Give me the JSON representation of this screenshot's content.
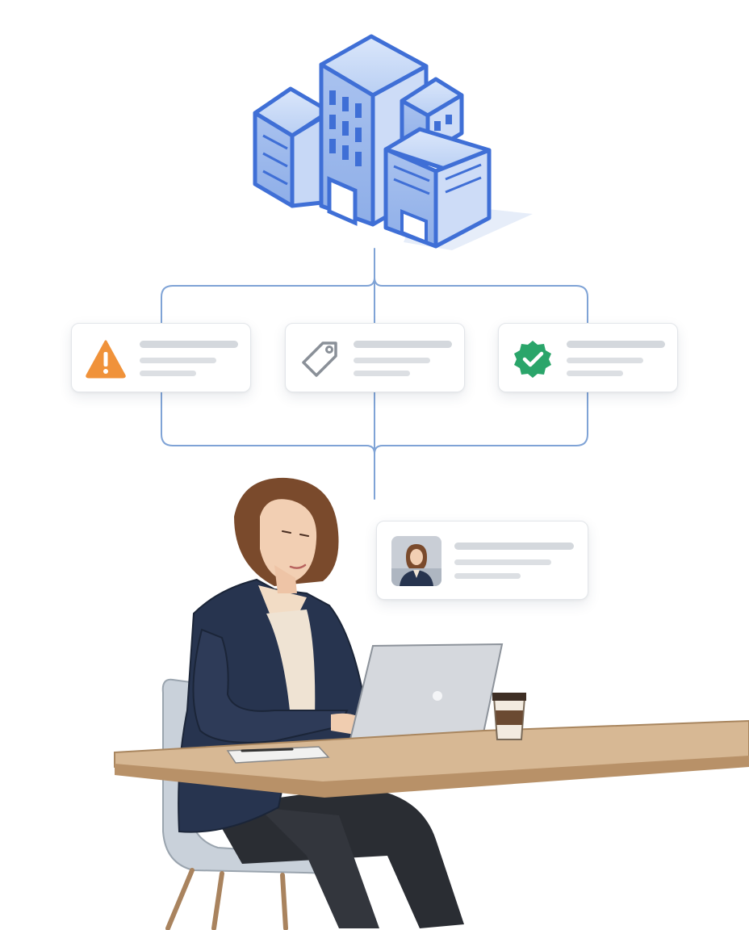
{
  "diagram": {
    "nodes": [
      {
        "id": "organization",
        "icon": "office-building-icon"
      },
      {
        "id": "alert-item",
        "icon": "warning-triangle-icon",
        "accent": "#f0923a"
      },
      {
        "id": "tag-item",
        "icon": "price-tag-icon",
        "accent": "#8a9098"
      },
      {
        "id": "verified-item",
        "icon": "verified-badge-icon",
        "accent": "#2aa56a"
      },
      {
        "id": "user-profile",
        "icon": "user-avatar-icon"
      }
    ],
    "connector_color": "#7fa3d6",
    "scene": "person-working-on-laptop-at-desk"
  },
  "colors": {
    "building_blue": "#3f6fd6",
    "building_light": "#c5d8f6",
    "card_border": "#e3e6ea",
    "placeholder_line": "#d4d8dd"
  }
}
